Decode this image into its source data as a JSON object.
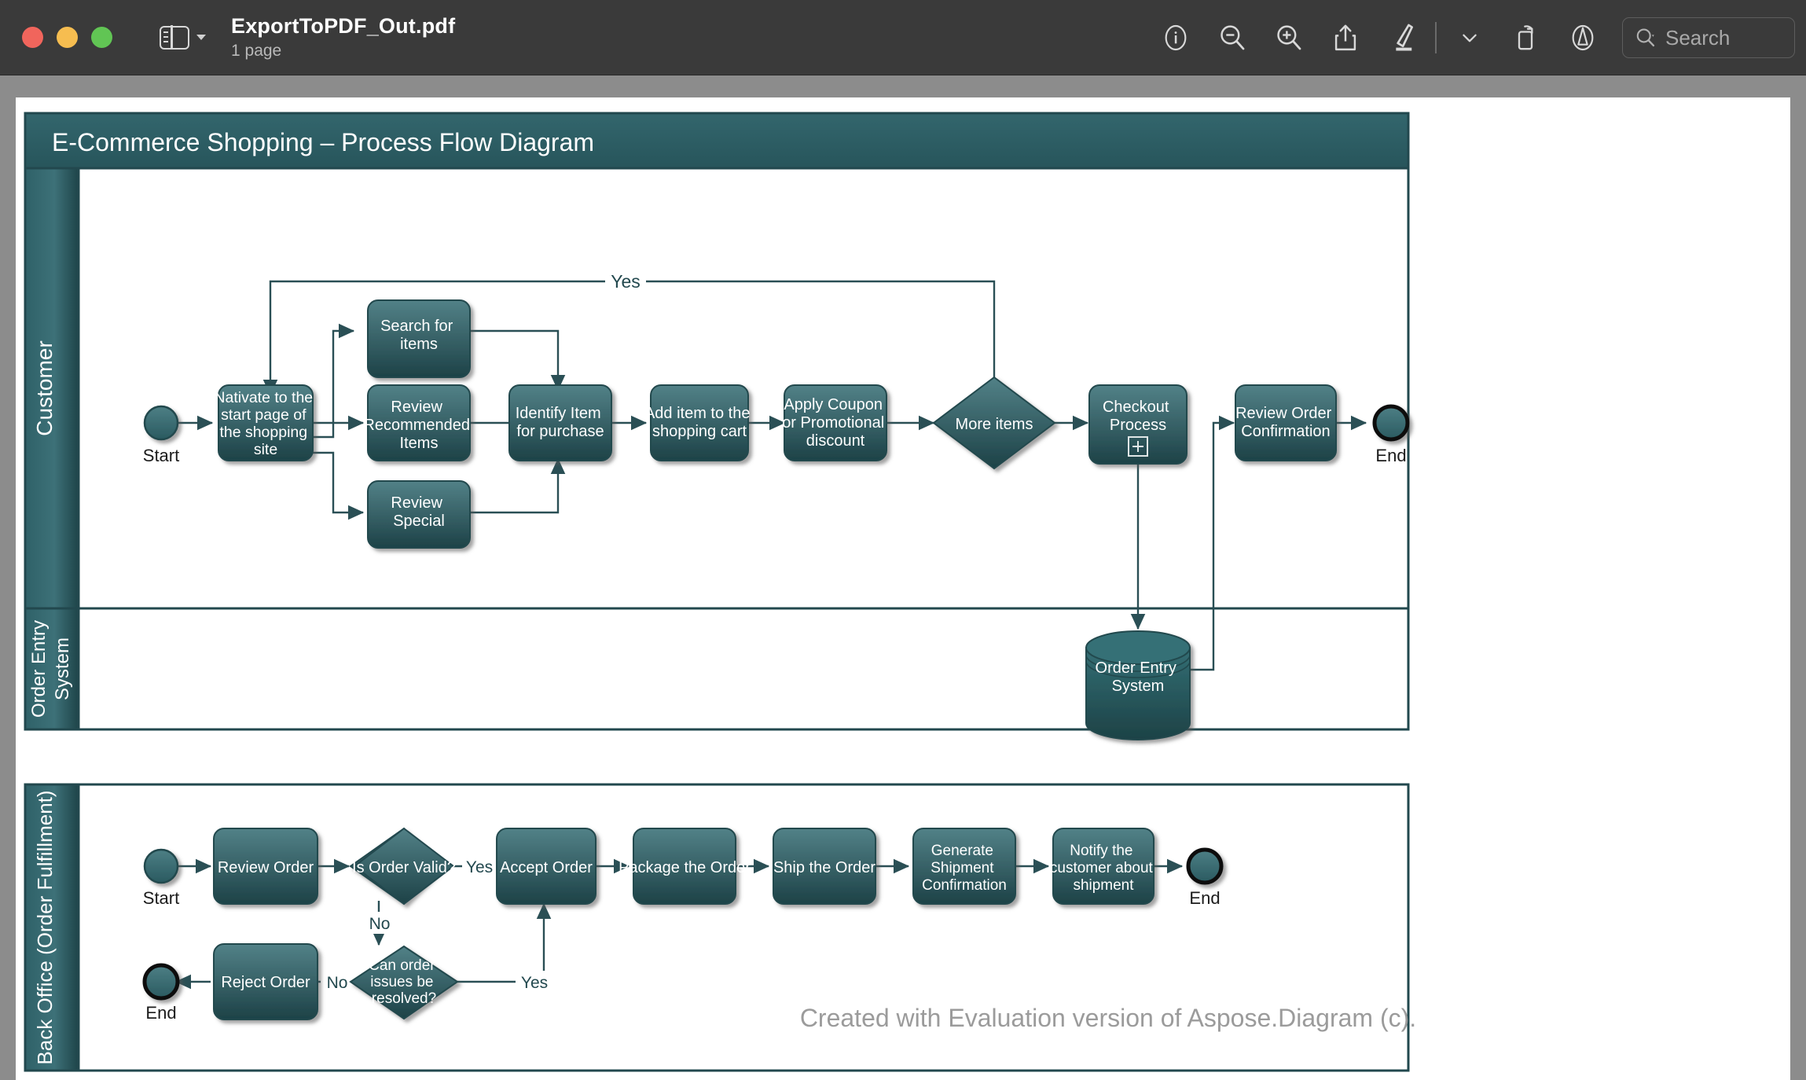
{
  "window": {
    "doc_title": "ExportToPDF_Out.pdf",
    "page_count": "1 page",
    "search_placeholder": "Search"
  },
  "toolbar": {
    "info_label": "Info",
    "zoom_out_label": "Zoom Out",
    "zoom_in_label": "Zoom In",
    "share_label": "Share",
    "markup_label": "Markup",
    "markup_menu_label": "Markup Options",
    "rotate_label": "Rotate",
    "annotate_label": "Annotate"
  },
  "diagram": {
    "title": "E-Commerce Shopping – Process Flow Diagram",
    "watermark": "Created with Evaluation version of Aspose.Diagram (c).",
    "colors": {
      "shape_top": "#4c7b81",
      "shape_bottom": "#1d4247",
      "header": "#2e6067",
      "stroke": "#2a4f55",
      "text": "#ffffff",
      "page": "#ffffff",
      "watermark": "#9b9b9b"
    },
    "pools": [
      {
        "name": "pool-customer",
        "lanes": [
          {
            "label": "Customer"
          },
          {
            "label": "Order Entry\nSystem"
          }
        ]
      },
      {
        "name": "pool-back-office",
        "lanes": [
          {
            "label": "Back Office (Order Fulfillment)"
          }
        ]
      }
    ],
    "customer_lane": {
      "start_label": "Start",
      "end_label": "End",
      "nodes": [
        {
          "id": "navigate",
          "label": "Nativate to the start page of the shopping site",
          "type": "task"
        },
        {
          "id": "search",
          "label": "Search for items",
          "type": "task"
        },
        {
          "id": "review-recommended",
          "label": "Review Recommended Items",
          "type": "task"
        },
        {
          "id": "review-special",
          "label": "Review Special",
          "type": "task"
        },
        {
          "id": "identify-item",
          "label": "Identify Item for purchase",
          "type": "task"
        },
        {
          "id": "add-to-cart",
          "label": "Add item to the shopping cart",
          "type": "task"
        },
        {
          "id": "apply-coupon",
          "label": "Apply Coupon or Promotional discount",
          "type": "task"
        },
        {
          "id": "more-items",
          "label": "More items",
          "type": "gateway"
        },
        {
          "id": "checkout",
          "label": "Checkout Process",
          "type": "subprocess",
          "marker": "+"
        },
        {
          "id": "review-confirmation",
          "label": "Review Order Confirmation",
          "type": "task"
        }
      ],
      "edge_labels": [
        "Yes"
      ]
    },
    "order_entry_lane": {
      "nodes": [
        {
          "id": "order-entry-db",
          "label": "Order Entry System",
          "type": "datastore"
        }
      ]
    },
    "back_office_lane": {
      "start_label": "Start",
      "end_label": "End",
      "end_label_2": "End",
      "nodes": [
        {
          "id": "review-order",
          "label": "Review Order",
          "type": "task"
        },
        {
          "id": "is-order-valid",
          "label": "Is Order Valid?",
          "type": "gateway"
        },
        {
          "id": "accept-order",
          "label": "Accept Order",
          "type": "task"
        },
        {
          "id": "package-order",
          "label": "Package the Order",
          "type": "task"
        },
        {
          "id": "ship-order",
          "label": "Ship the Order",
          "type": "task"
        },
        {
          "id": "generate-shipment",
          "label": "Generate Shipment Confirmation",
          "type": "task"
        },
        {
          "id": "notify-customer",
          "label": "Notify the customer about shipment",
          "type": "task"
        },
        {
          "id": "can-resolve",
          "label": "Can order issues be resolved?",
          "type": "gateway"
        },
        {
          "id": "reject-order",
          "label": "Reject Order",
          "type": "task"
        }
      ],
      "edge_labels": [
        "Yes",
        "No",
        "No",
        "Yes"
      ]
    }
  }
}
